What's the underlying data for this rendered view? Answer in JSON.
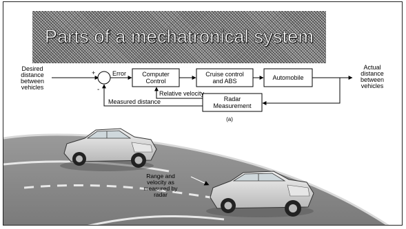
{
  "slide": {
    "title": "Parts of a mechatronical system"
  },
  "block_diagram": {
    "input_label_lines": [
      "Desired",
      "distance",
      "between",
      "vehicles"
    ],
    "output_label_lines": [
      "Actual",
      "distance",
      "between",
      "vehicles"
    ],
    "plus_sign": "+",
    "minus_sign": "-",
    "error_label": "Error",
    "blocks": {
      "computer_control": [
        "Computer",
        "Control"
      ],
      "cruise_control": [
        "Cruise control",
        "and ABS"
      ],
      "automobile": [
        "Automobile"
      ],
      "radar": [
        "Radar",
        "Measurement"
      ]
    },
    "relative_velocity_label": "Relative velocity",
    "measured_distance_label": "Measured distance",
    "caption": "(a)"
  },
  "road_illustration": {
    "annotation_lines": [
      "Range and",
      "velocity as",
      "measured by",
      "radar"
    ]
  }
}
